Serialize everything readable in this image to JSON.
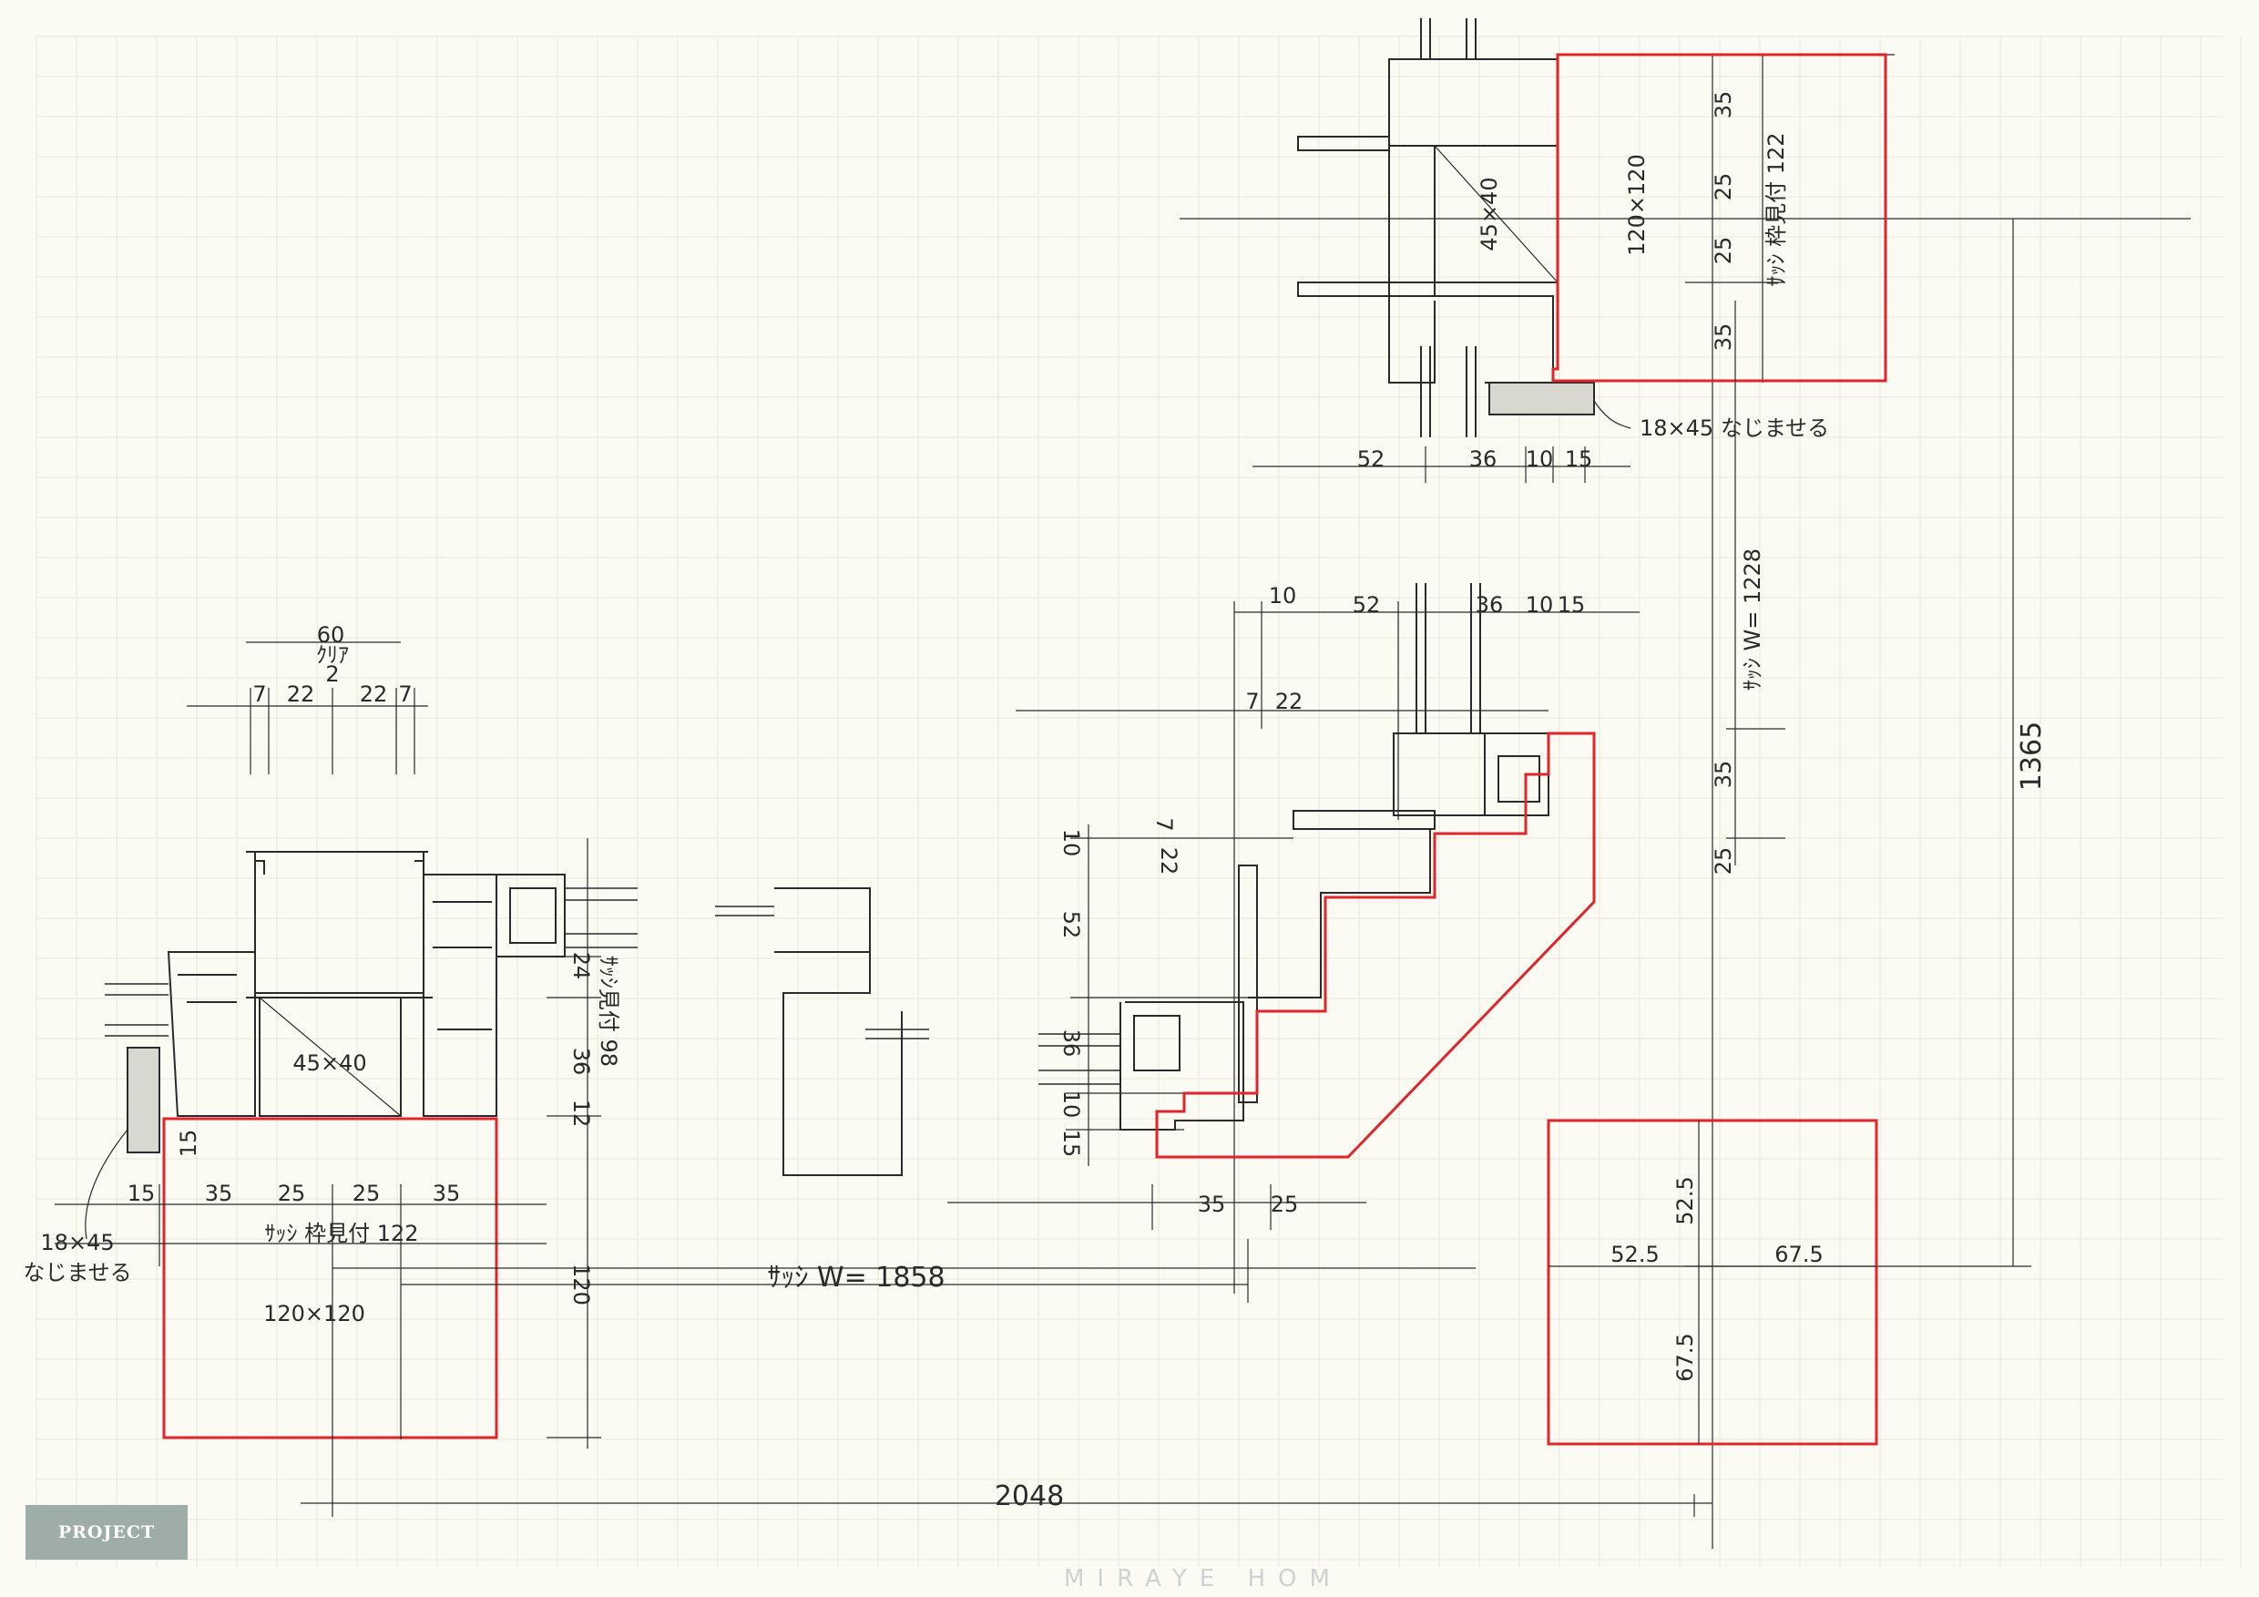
{
  "colors": {
    "paper": "#fbfbf4",
    "grid": "#e5e8d8",
    "ink": "#2a2a2a",
    "post": "#e0262b",
    "badge": "#9eada7"
  },
  "badge": {
    "label": "PROJECT"
  },
  "watermark": {
    "text": "MIRAYE HOM"
  },
  "left_detail": {
    "top_dims": {
      "overall": "60",
      "clear": "ｸﾘｱ",
      "marker": "2",
      "segments": [
        "7",
        "22",
        "22",
        "7"
      ]
    },
    "sash_label": "45×40",
    "post_label": "120×120",
    "bottom_dims": [
      "15",
      "35",
      "25",
      "25",
      "35"
    ],
    "sash_frame_note": "ｻｯｼ 枠見付 122",
    "side_dims": [
      "24",
      "36",
      "12",
      "120"
    ],
    "side_note": "ｻｯｼ見付 98",
    "dim_15": "15",
    "board_note": [
      "18×45",
      "なじませる"
    ]
  },
  "center_note": "ｻｯｼ W= 1858",
  "mid_detail": {
    "top_dims": [
      "10",
      "52",
      "36",
      "10",
      "15"
    ],
    "sub_dims": [
      "7",
      "22"
    ],
    "side_dims": [
      "10",
      "7",
      "22",
      "52",
      "36",
      "10",
      "15"
    ],
    "bottom_dims": [
      "35",
      "25"
    ]
  },
  "top_detail": {
    "sash_label": "45×40",
    "post_label": "120×120",
    "side_dims": [
      "35",
      "25",
      "25",
      "35"
    ],
    "side_note": "ｻｯｼ 枠見付 122",
    "bottom_dims": [
      "52",
      "36",
      "10",
      "15"
    ],
    "board_note": "18×45 なじませる"
  },
  "right_note": "ｻｯｼ W= 1228",
  "right_mid_dims": [
    "35",
    "25"
  ],
  "overall_height": "1365",
  "overall_width": "2048",
  "square_post": {
    "h_dims": [
      "52.5",
      "67.5"
    ],
    "v_dims": [
      "52.5",
      "67.5"
    ]
  }
}
